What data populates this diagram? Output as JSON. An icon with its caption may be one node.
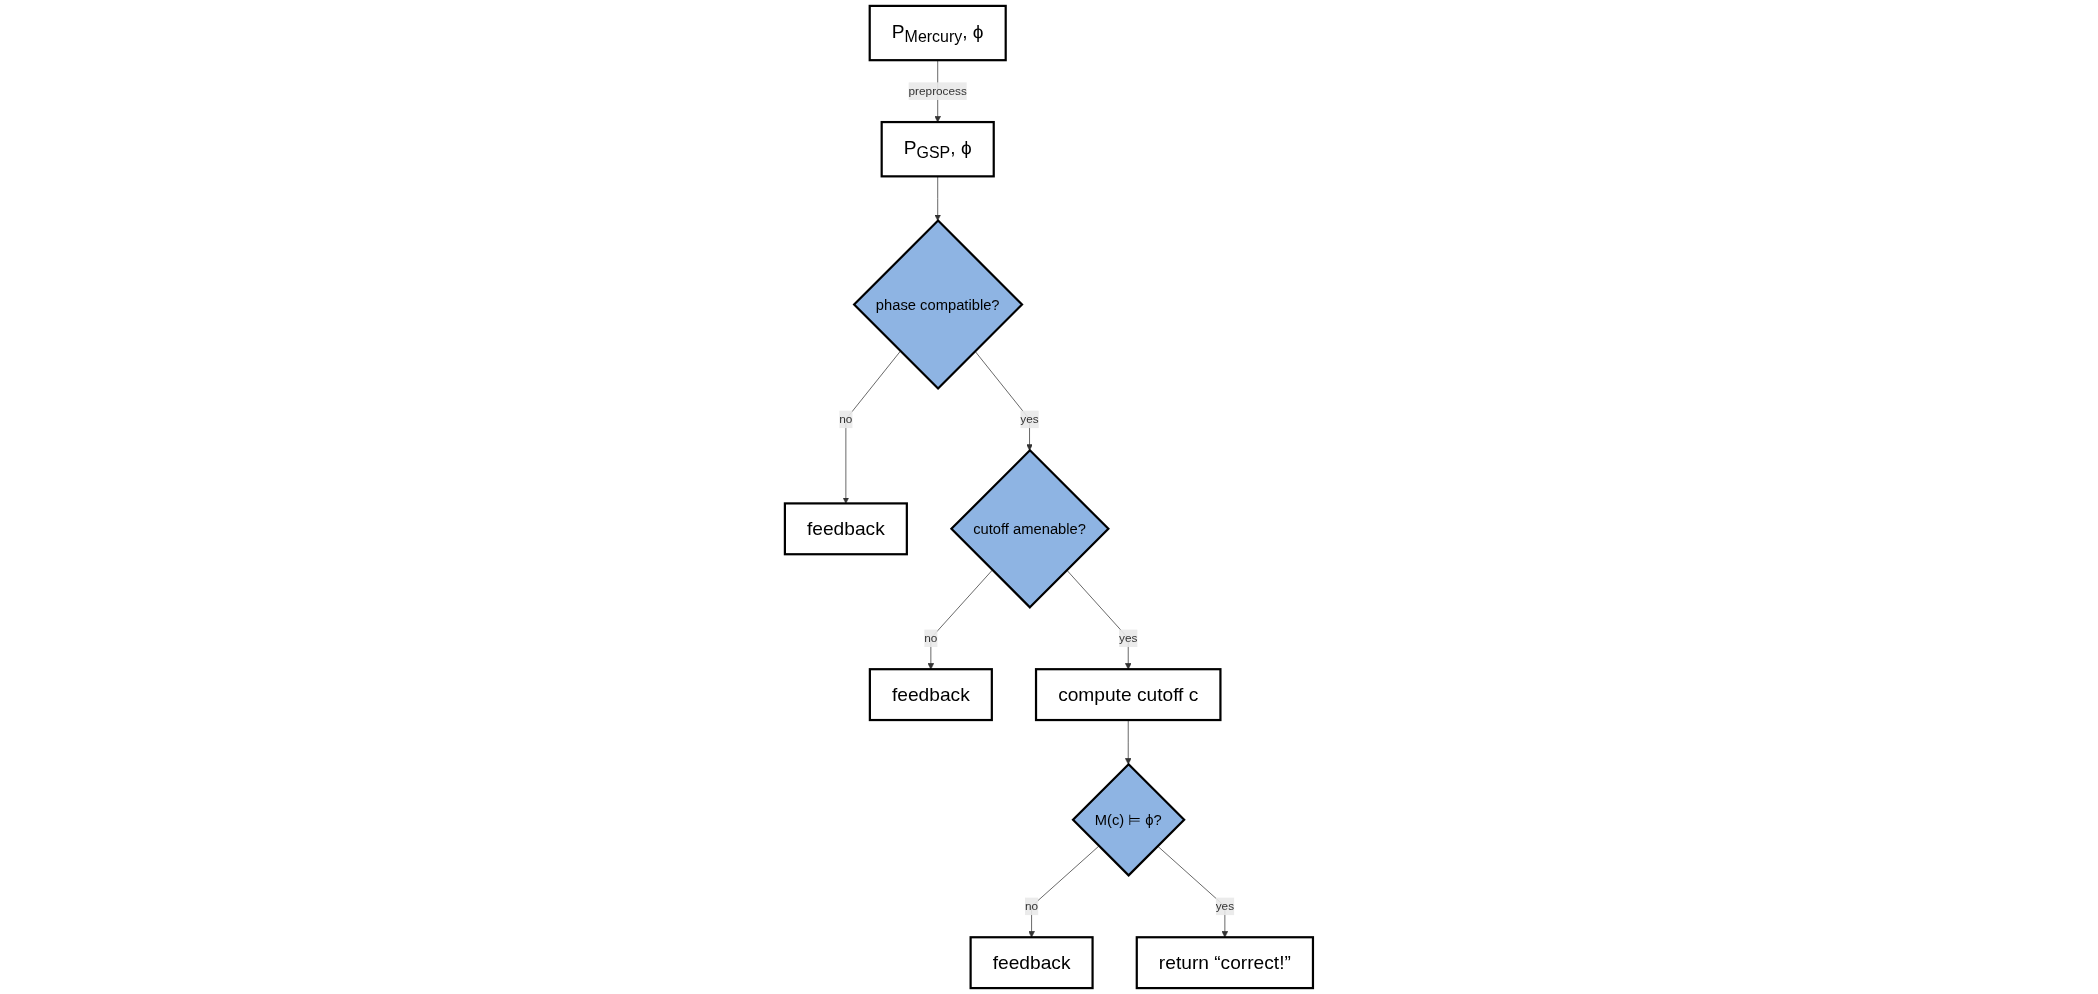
{
  "diagram": {
    "nodes": [
      {
        "text": [
          "P$_{Mercury}$, ϕ"
        ]
      },
      {
        "text": [
          "P$_{GSP}$, ϕ"
        ]
      },
      {
        "text": [
          "feedback"
        ]
      },
      {
        "text": [
          "phase compatible?"
        ]
      },
      {
        "text": [
          "feedback"
        ]
      },
      {
        "text": [
          "cutoff amenable?"
        ]
      },
      {
        "text": [
          "compute cutoff c"
        ]
      },
      {
        "text": [
          "feedback"
        ]
      },
      {
        "text": [
          "M(c) ⊨ ϕ?"
        ]
      },
      {
        "text": [
          "return “correct!”"
        ]
      }
    ],
    "edges": [
      {
        "from": 0,
        "to": 1,
        "arrow": "to",
        "label": "preprocess"
      },
      {
        "from": 1,
        "to": 3,
        "arrow": "to"
      },
      {
        "from": 3,
        "to": 2,
        "arrow": "to",
        "label": "no"
      },
      {
        "from": 3,
        "to": 5,
        "arrow": "to",
        "label": "yes"
      },
      {
        "from": 5,
        "to": 4,
        "arrow": "to",
        "label": "no"
      },
      {
        "from": 5,
        "to": 6,
        "arrow": "to",
        "label": "yes"
      },
      {
        "from": 6,
        "to": 8,
        "arrow": "to"
      },
      {
        "from": 8,
        "to": 7,
        "arrow": "to",
        "label": "no"
      },
      {
        "from": 8,
        "to": 9,
        "arrow": "to",
        "label": "yes"
      }
    ]
  }
}
